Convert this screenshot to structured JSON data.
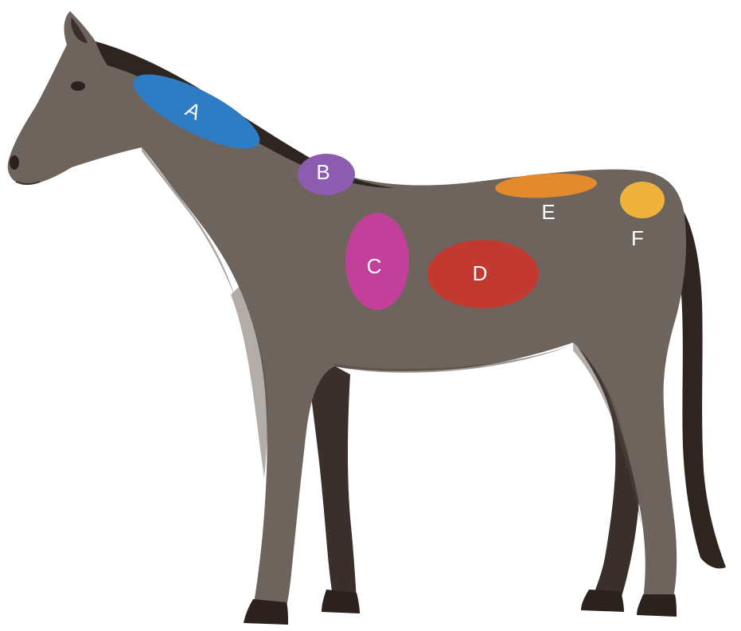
{
  "regions": [
    {
      "letter": "A",
      "color": "#2E7CC4",
      "label_color": "#ffffff"
    },
    {
      "letter": "B",
      "color": "#8C5CB0",
      "label_color": "#ffffff"
    },
    {
      "letter": "C",
      "color": "#C2409A",
      "label_color": "#ffffff"
    },
    {
      "letter": "D",
      "color": "#C23A2F",
      "label_color": "#ffffff"
    },
    {
      "letter": "E",
      "color": "#E38A2C",
      "label_color": "#ffffff"
    },
    {
      "letter": "F",
      "color": "#EFB23C",
      "label_color": "#ffffff"
    }
  ],
  "colors": {
    "coat": "#6E645E",
    "coat_shadow": "#54493F",
    "mane": "#2E2420",
    "far_legs": "#3A2F2A",
    "hooves": "#2B221E",
    "background": "#ffffff"
  }
}
